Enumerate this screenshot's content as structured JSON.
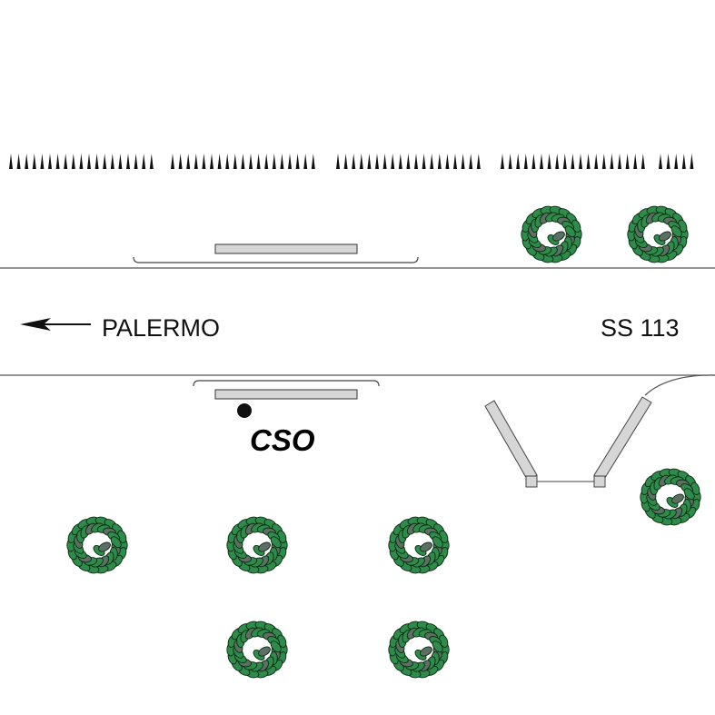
{
  "labels": {
    "direction": "PALERMO",
    "road": "SS 113",
    "stop": "CSO"
  },
  "colors": {
    "background": "#ffffff",
    "line": "#555555",
    "platform_fill": "#d6d6d6",
    "tree_leaf": "#2e8b4a",
    "tree_outline": "#0b2a14",
    "stop_marker": "#111111",
    "hedge": "#111111"
  },
  "icons": {
    "tree": "tree-icon",
    "bus_stop": "bus-stop-marker-icon",
    "arrow": "arrow-left-icon",
    "hedge": "hedge-spike-icon"
  }
}
